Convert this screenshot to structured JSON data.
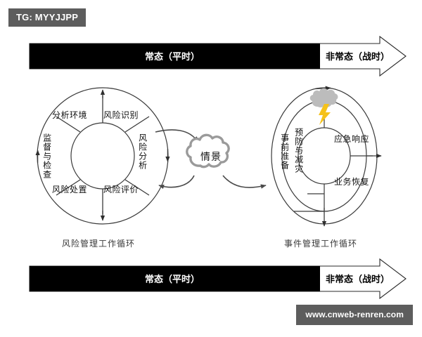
{
  "watermarks": {
    "tg_badge": "TG: MYYJJPP",
    "site": "www.cnweb-renren.com"
  },
  "banners": {
    "top": {
      "normal_label": "常态（平时）",
      "abnormal_label": "非常态（战时）"
    },
    "bottom": {
      "normal_label": "常态（平时）",
      "abnormal_label": "非常态（战时）"
    }
  },
  "left_cycle": {
    "caption": "风险管理工作循环",
    "segments": [
      {
        "id": "analyze-environment",
        "label": "分析环境",
        "orientation": "horizontal"
      },
      {
        "id": "risk-identification",
        "label": "风险识别",
        "orientation": "horizontal"
      },
      {
        "id": "risk-analysis",
        "label": "风险分析",
        "orientation": "vertical"
      },
      {
        "id": "risk-evaluation",
        "label": "风险评价",
        "orientation": "horizontal"
      },
      {
        "id": "risk-disposal",
        "label": "风险处置",
        "orientation": "horizontal"
      },
      {
        "id": "supervision-inspection",
        "label": "监督与检查",
        "orientation": "vertical"
      }
    ]
  },
  "scenario": {
    "label": "情景"
  },
  "right_cycle": {
    "caption": "事件管理工作循环",
    "outer_segments": [
      {
        "id": "pre-event-preparation",
        "label": "事前准备",
        "orientation": "vertical"
      }
    ],
    "inner_segments": [
      {
        "id": "prevention-mitigation",
        "label": "预防与减灾",
        "orientation": "vertical"
      },
      {
        "id": "emergency-response",
        "label": "应急响应",
        "orientation": "horizontal"
      },
      {
        "id": "business-recovery",
        "label": "业务恢复",
        "orientation": "horizontal"
      }
    ],
    "event_icon": "storm-cloud-lightning-icon"
  },
  "colors": {
    "banner_fill": "#000000",
    "badge_bg": "#5d5d5d",
    "stroke": "#3a3a3a",
    "cloud_stroke": "#9a9a9a",
    "lightning": "#f5c21a",
    "storm_cloud": "#b9b9b9"
  }
}
